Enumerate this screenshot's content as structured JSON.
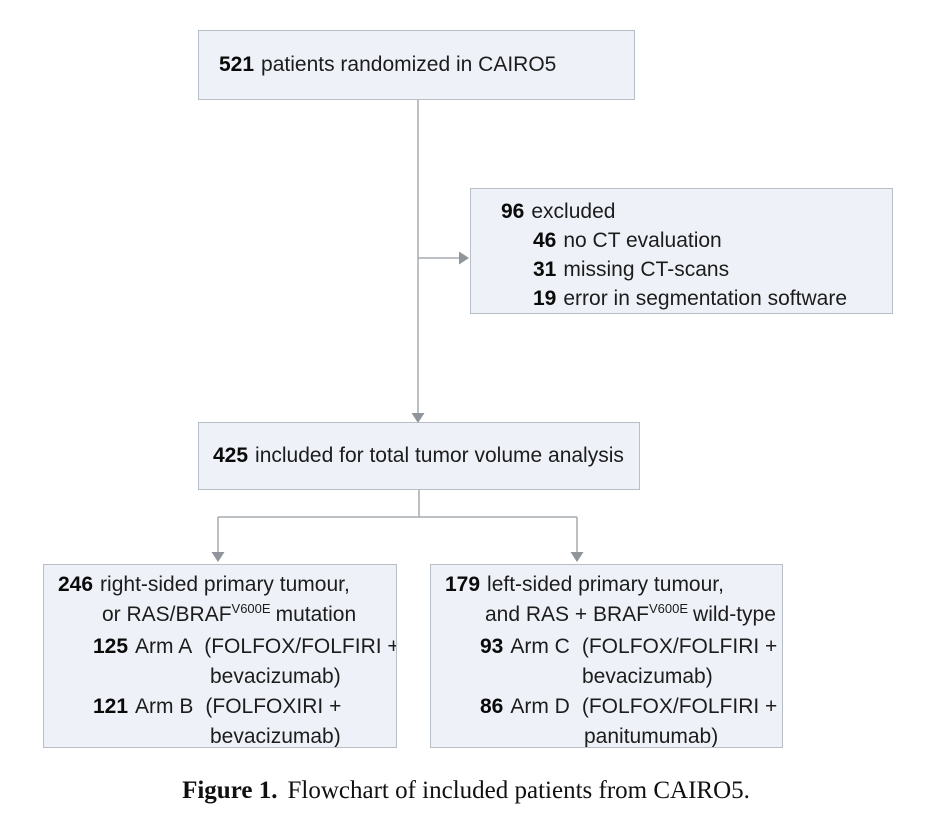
{
  "boxes": {
    "randomized": {
      "num": "521",
      "text": "patients randomized in CAIRO5"
    },
    "excluded": {
      "lines": [
        {
          "num": "96",
          "text": "excluded"
        },
        {
          "num": "46",
          "text": "no CT evaluation"
        },
        {
          "num": "31",
          "text": "missing CT-scans"
        },
        {
          "num": "19",
          "text": "error in segmentation software"
        }
      ]
    },
    "included": {
      "num": "425",
      "text": "included for total tumor volume analysis"
    },
    "right_sided": {
      "line1": {
        "num": "246",
        "text": "right-sided primary tumour,"
      },
      "line2": {
        "pre": "or RAS/BRAF",
        "sup": "V600E",
        "post": "mutation"
      },
      "arm1": {
        "num": "125",
        "label": "Arm A",
        "regimen": "(FOLFOX/FOLFIRI +"
      },
      "arm1_cont": "bevacizumab)",
      "arm2": {
        "num": "121",
        "label": "Arm B",
        "regimen": "(FOLFOXIRI +"
      },
      "arm2_cont": "bevacizumab)"
    },
    "left_sided": {
      "line1": {
        "num": "179",
        "text": "left-sided primary tumour,"
      },
      "line2": {
        "pre": "and RAS + BRAF",
        "sup": "V600E",
        "post": "wild-type"
      },
      "arm1": {
        "num": "93",
        "label": "Arm C",
        "regimen": "(FOLFOX/FOLFIRI +"
      },
      "arm1_cont": "bevacizumab)",
      "arm2": {
        "num": "86",
        "label": "Arm D",
        "regimen": "(FOLFOX/FOLFIRI +"
      },
      "arm2_cont": "panitumumab)"
    }
  },
  "caption": {
    "bold": "Figure 1.",
    "text": "Flowchart of included patients from CAIRO5."
  },
  "colors": {
    "box_fill": "#eef2f8",
    "box_border": "#b8bec6",
    "connector": "#a6aaaf",
    "arrowhead": "#8f959b"
  }
}
